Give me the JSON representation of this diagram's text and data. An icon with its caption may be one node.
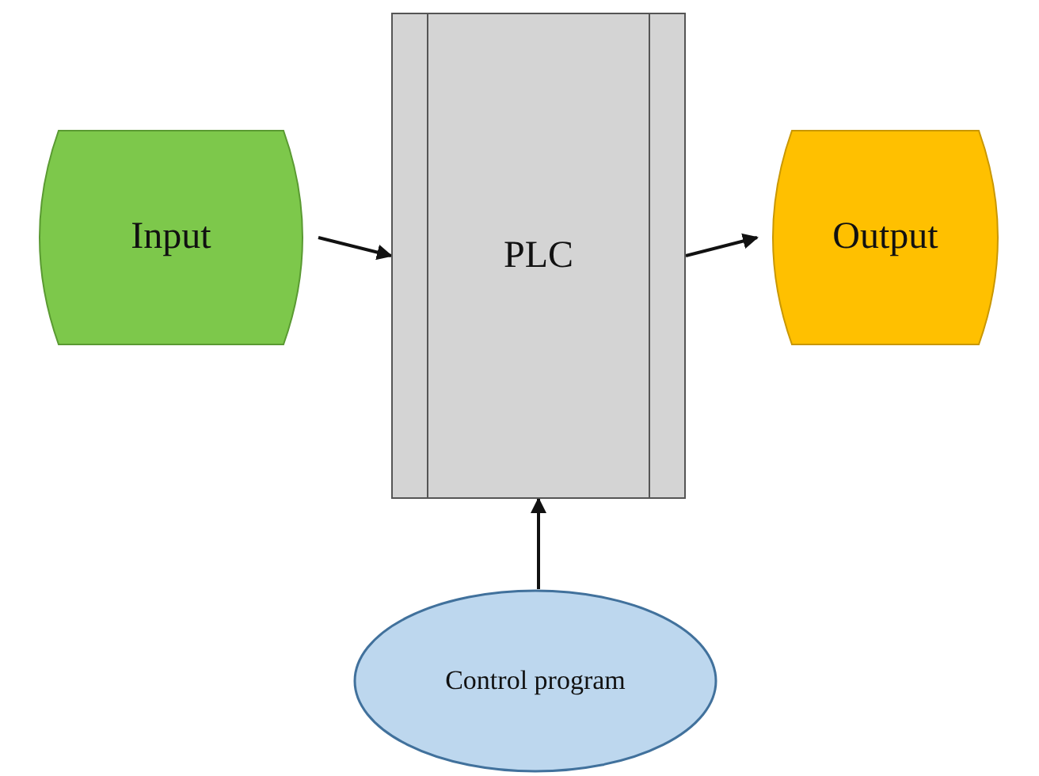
{
  "diagram": {
    "nodes": [
      {
        "text": [
          "Input"
        ]
      },
      {
        "text": [
          "PLC"
        ]
      },
      {
        "text": [
          "Output"
        ]
      },
      {
        "text": [
          "Control program"
        ]
      }
    ],
    "edges": [
      {
        "from": 0,
        "to": 1,
        "arrow": "to"
      },
      {
        "from": 1,
        "to": 2,
        "arrow": "to"
      },
      {
        "from": 3,
        "to": 1,
        "arrow": "to"
      }
    ]
  }
}
